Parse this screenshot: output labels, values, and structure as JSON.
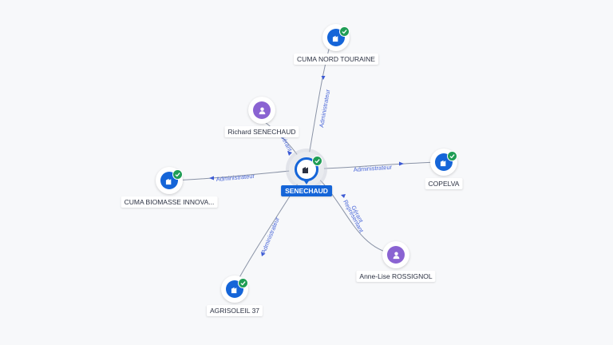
{
  "colors": {
    "company": "#1565d8",
    "person": "#8a63d2",
    "verified": "#1f9d55",
    "edge": "#8a93a6",
    "edge_label": "#4a67d8"
  },
  "center": {
    "name": "SENECHAUD",
    "icon": "building-icon",
    "verified": true
  },
  "nodes": {
    "cuma_nord": {
      "name": "CUMA NORD TOURAINE",
      "type": "company",
      "icon": "building-icon",
      "verified": true
    },
    "richard": {
      "name": "Richard SENECHAUD",
      "type": "person",
      "icon": "person-icon"
    },
    "copelva": {
      "name": "COPELVA",
      "type": "company",
      "icon": "building-icon",
      "verified": true
    },
    "cuma_bio": {
      "name": "CUMA BIOMASSE INNOVA...",
      "type": "company",
      "icon": "building-icon",
      "verified": true
    },
    "anne": {
      "name": "Anne-Lise ROSSIGNOL",
      "type": "person",
      "icon": "person-icon"
    },
    "agrisoleil": {
      "name": "AGRISOLEIL 37",
      "type": "company",
      "icon": "building-icon",
      "verified": true
    }
  },
  "edges": {
    "cuma_nord": "Administrateur",
    "richard": "Gérant",
    "copelva": "Administrateur",
    "cuma_bio": "Administrateur",
    "anne_1": "Gérant",
    "anne_2": "Représentant",
    "agrisoleil": "Administrateur"
  }
}
